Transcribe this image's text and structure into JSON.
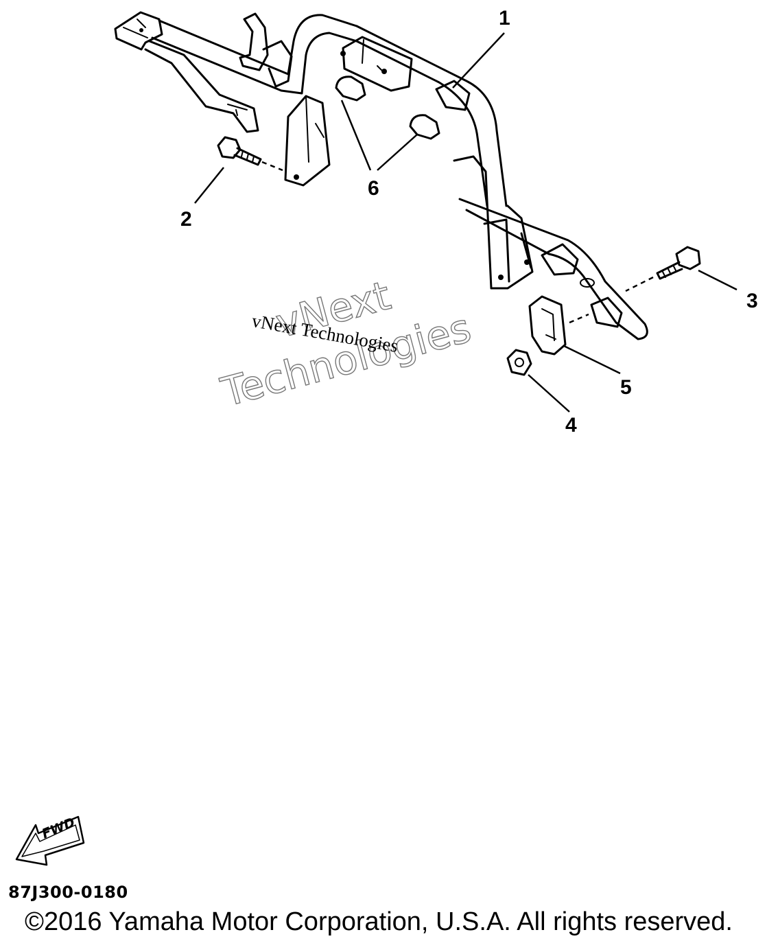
{
  "callouts": {
    "c1": "1",
    "c2": "2",
    "c3": "3",
    "c4": "4",
    "c5": "5",
    "c6": "6"
  },
  "watermark": {
    "small": "vNext Technologies",
    "big_line1": "vNext",
    "big_line2": "Technologies"
  },
  "direction_arrow": {
    "label": "FWD",
    "icon": "forward-arrow-icon"
  },
  "diagram_id": "87J300-0180",
  "copyright": "©2016 Yamaha Motor Corporation, U.S.A. All rights reserved."
}
